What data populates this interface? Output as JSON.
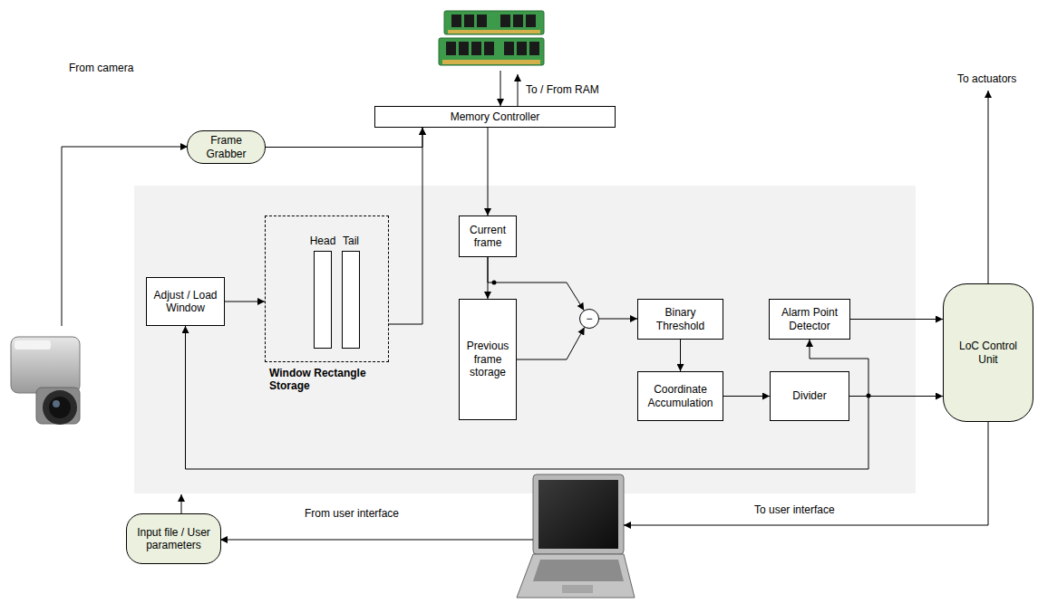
{
  "diagram": {
    "nodes": [
      {
        "text": [
          "Frame Grabber"
        ]
      },
      {
        "text": [
          "Memory Controller"
        ]
      },
      {
        "text": [
          "Adjust / Load Window"
        ]
      },
      {
        "text": [
          "Window Rectangle Storage"
        ]
      },
      {
        "text": [
          "Head"
        ],
        "in": 3
      },
      {
        "text": [
          "Tail"
        ],
        "in": 3
      },
      {
        "text": [
          "Current frame"
        ]
      },
      {
        "text": [
          "Previous frame storage"
        ]
      },
      {
        "text": [
          "−"
        ]
      },
      {
        "text": [
          "Binary Threshold"
        ]
      },
      {
        "text": [
          "Coordinate Accumulation"
        ]
      },
      {
        "text": [
          "Alarm Point Detector"
        ]
      },
      {
        "text": [
          "Divider"
        ]
      },
      {
        "text": [
          "LoC Control Unit"
        ]
      },
      {
        "text": [
          "Input file / User parameters"
        ]
      }
    ],
    "edges": [
      {
        "from": 0,
        "to": 1,
        "arrow": "to"
      },
      {
        "from": 3,
        "to": 1,
        "arrow": "to"
      },
      {
        "from": 1,
        "to": 6,
        "arrow": "to"
      },
      {
        "from": 2,
        "to": 3,
        "arrow": "to"
      },
      {
        "from": 6,
        "to": 7,
        "arrow": "to"
      },
      {
        "from": 6,
        "to": 8,
        "arrow": "to"
      },
      {
        "from": 7,
        "to": 8,
        "arrow": "to"
      },
      {
        "from": 8,
        "to": 9,
        "arrow": "to"
      },
      {
        "from": 9,
        "to": 10,
        "arrow": "to"
      },
      {
        "from": 10,
        "to": 12,
        "arrow": "to"
      },
      {
        "from": 12,
        "to": 13,
        "arrow": "to"
      },
      {
        "from": 12,
        "to": 11,
        "arrow": "to"
      },
      {
        "from": 12,
        "to": 2,
        "arrow": "to"
      },
      {
        "from": 11,
        "to": 13,
        "arrow": "to"
      }
    ],
    "labels": [
      "From camera",
      "To / From RAM",
      "To actuators",
      "From user interface",
      "To user interface"
    ]
  }
}
